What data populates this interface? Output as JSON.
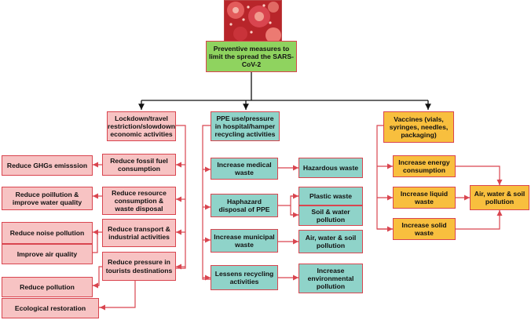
{
  "top": {
    "title": "Preventive measures to limit the spread the SARS-CoV-2",
    "image_label": "coronavirus-image"
  },
  "left": {
    "header": "Lockdown/travel restriction/slowdown economic activities",
    "causes": {
      "fossil": "Reduce fossil fuel consumption",
      "resource": "Reduce resource consumption & waste disposal",
      "transport": "Reduce transport & industrial activities",
      "tourism": "Reduce pressure in tourists destinations"
    },
    "effects": {
      "ghg": "Reduce GHGs emisssion",
      "water": "Reduce poillution & improve water quality",
      "noise": "Reduce noise pollution",
      "air": "Improve air quality",
      "pollution": "Reduce pollution",
      "eco": "Ecological restoration"
    }
  },
  "middle": {
    "header": "PPE use/pressure in hospital/hamper recycling activities",
    "causes": {
      "medical": "Increase medical waste",
      "ppe": "Haphazard disposal of PPE",
      "municipal": "Increase municipal waste",
      "recycling": "Lessens recycling activities"
    },
    "effects": {
      "hazardous": "Hazardous waste",
      "plastic": "Plastic waste",
      "soilwater": "Soil & water pollution",
      "aws": "Air, water & soil pollution",
      "env": "Increase environmental pollution"
    }
  },
  "right": {
    "header": "Vaccines  (vials, syringes, needles, packaging)",
    "causes": {
      "energy": "Increase energy consumption",
      "liquid": "Increase liquid waste",
      "solid": "Increase solid waste"
    },
    "effect": "Air, water & soil pollution"
  },
  "colors": {
    "red_fill": "#f7c3c3",
    "teal_fill": "#8fd3c9",
    "yellow_fill": "#f8bf3e",
    "green_fill": "#8fd35f",
    "border": "#d9454f",
    "connector": "#111111"
  }
}
